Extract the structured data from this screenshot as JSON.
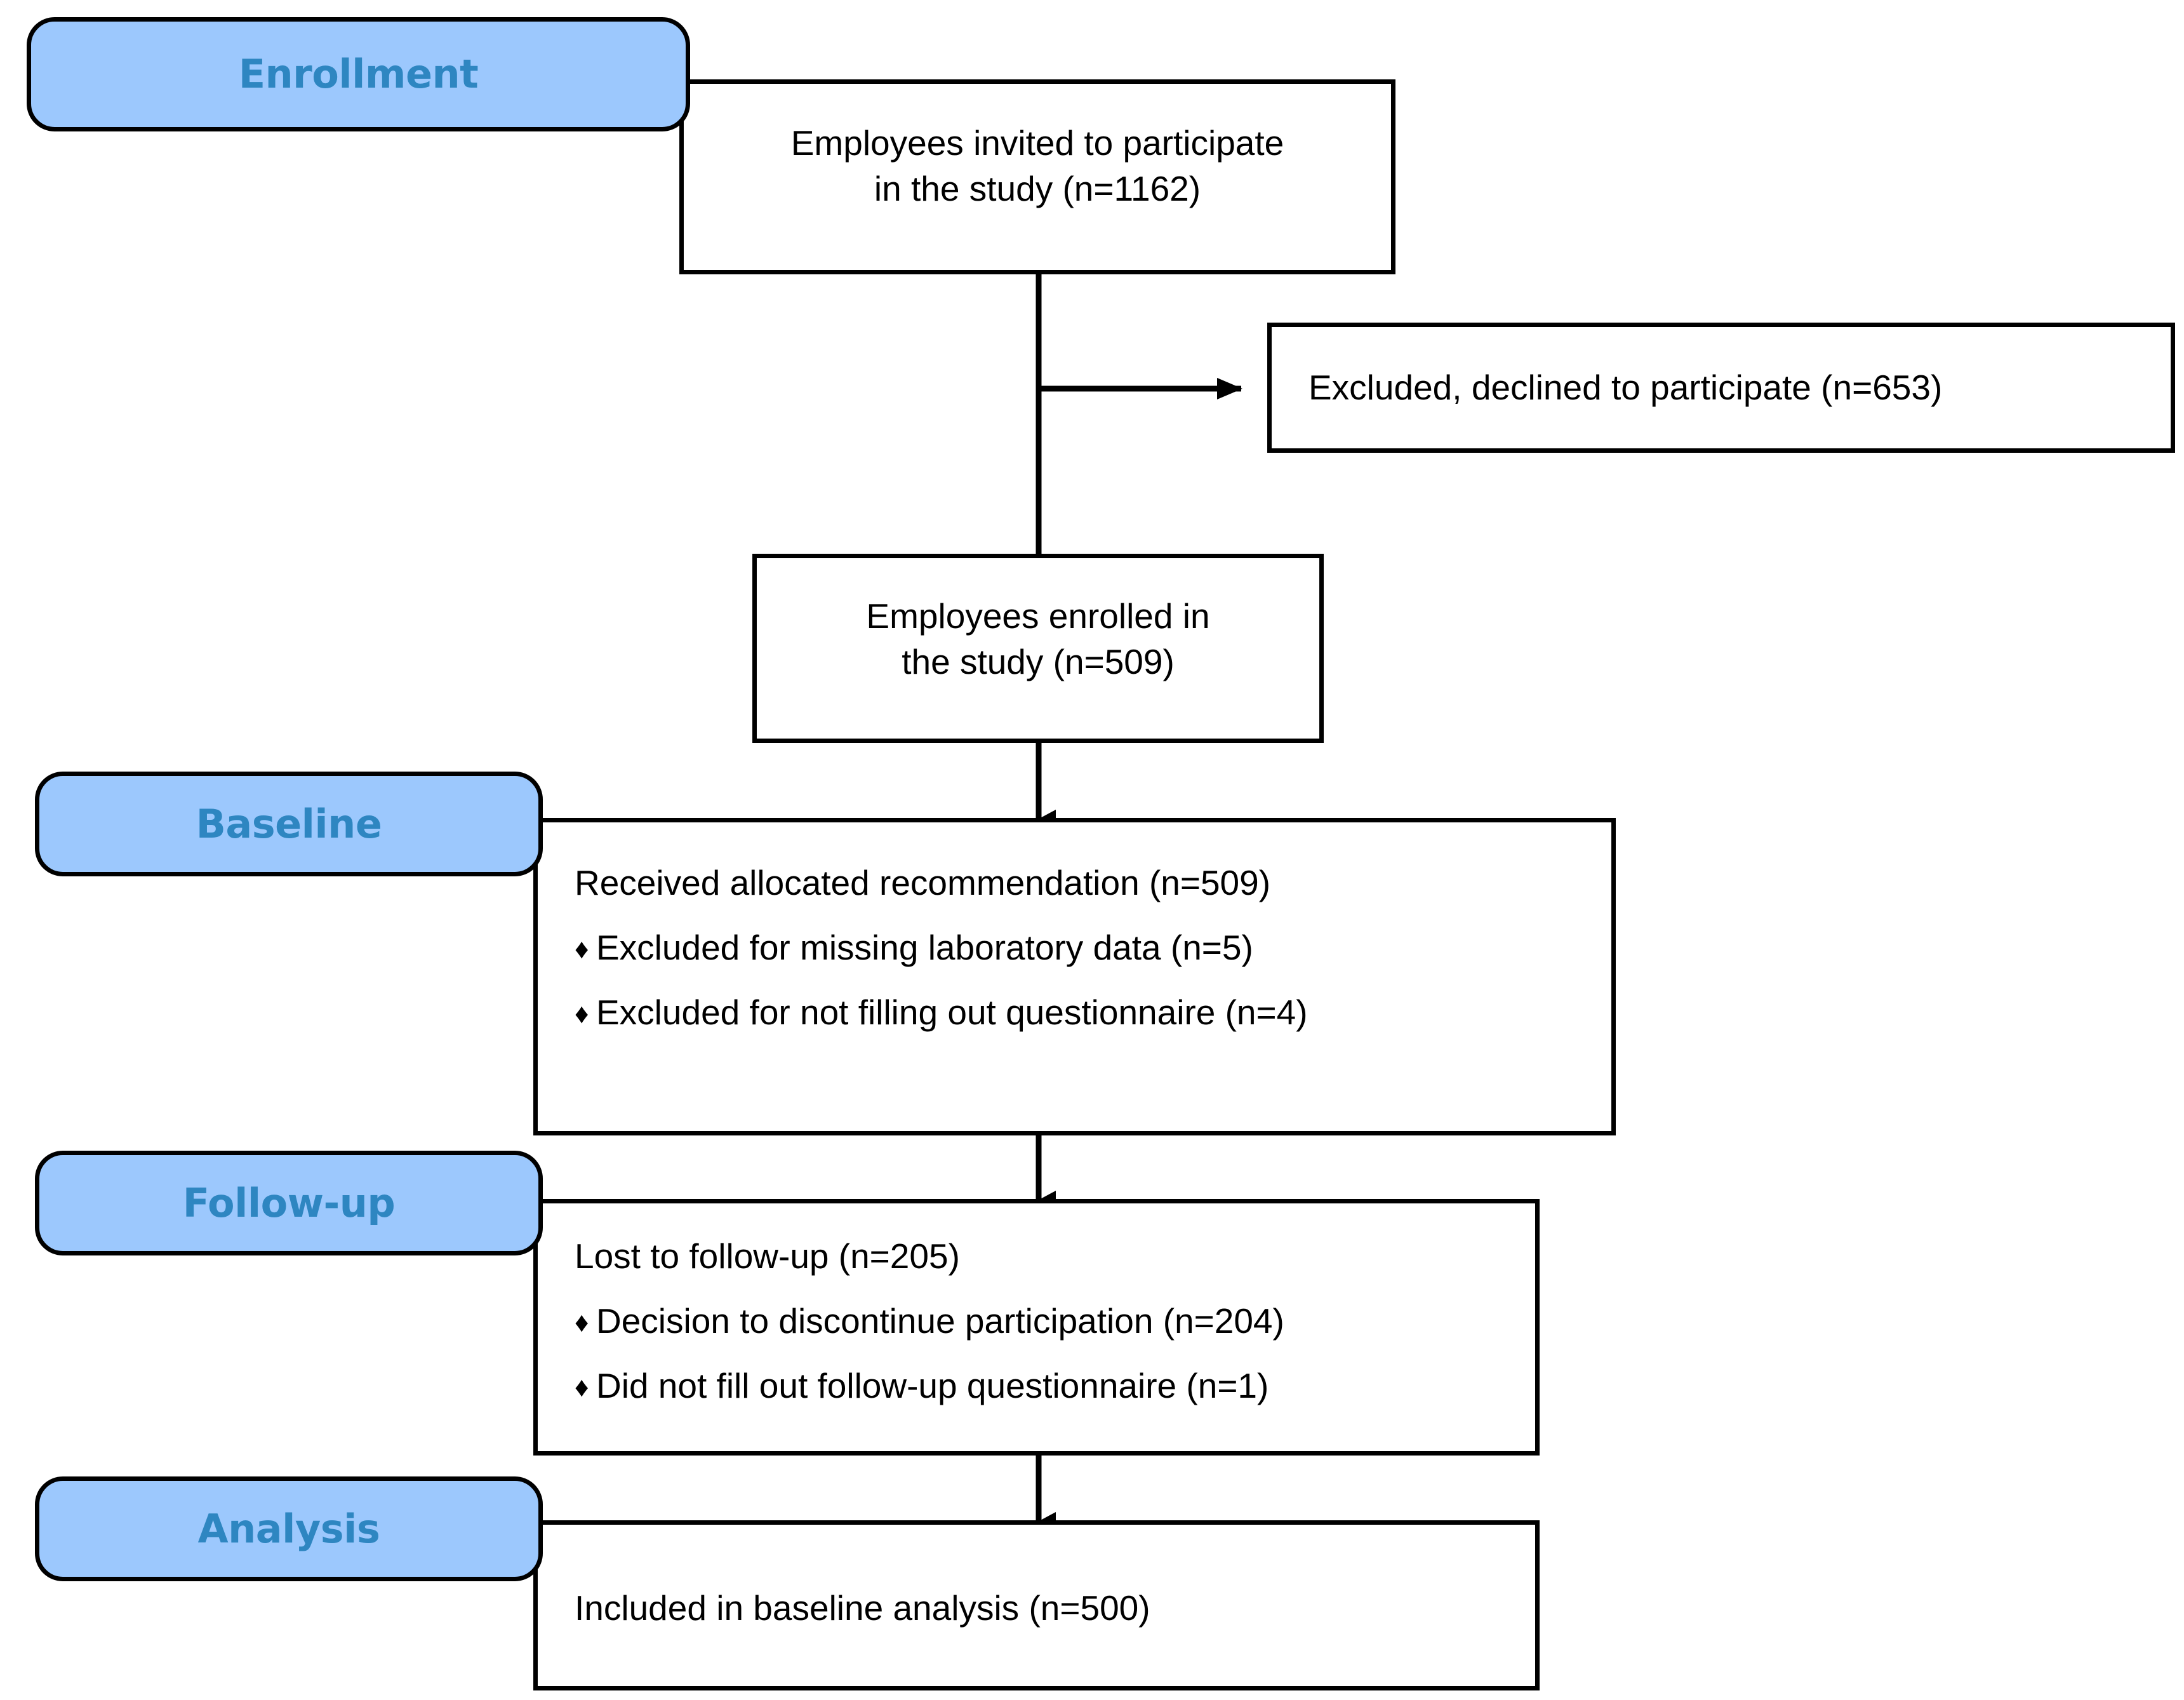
{
  "diagram": {
    "type": "consort-flow-diagram",
    "title": "Study participant flow diagram",
    "colors": {
      "stage_fill": "#9CC8FD",
      "stage_text": "#2E86C1",
      "box_fill": "#FFFFFF",
      "stroke": "#000000",
      "body_text": "#000000"
    },
    "bullet_glyph": "♦"
  },
  "stages": [
    {
      "id": "enrollment",
      "label": "Enrollment"
    },
    {
      "id": "baseline",
      "label": "Baseline"
    },
    {
      "id": "followup",
      "label": "Follow-up"
    },
    {
      "id": "analysis",
      "label": "Analysis"
    }
  ],
  "boxes": {
    "invited": {
      "lines": [
        "Employees invited to participate",
        "in the study (n=1162)"
      ],
      "n": 1162
    },
    "excluded_declined": {
      "lines": [
        "Excluded, declined to participate (n=653)"
      ],
      "n": 653
    },
    "enrolled": {
      "lines": [
        "Employees enrolled in",
        "the study (n=509)"
      ],
      "n": 509
    },
    "baseline_received": {
      "heading": "Received allocated recommendation (n=509)",
      "bullets": [
        "Excluded for missing laboratory data (n=5)",
        "Excluded for not filling out questionnaire (n=4)"
      ],
      "n": 509
    },
    "lost_followup": {
      "heading": "Lost to follow-up (n=205)",
      "bullets": [
        "Decision to discontinue participation (n=204)",
        "Did not fill out follow-up questionnaire (n=1)"
      ],
      "n": 205
    },
    "included_analysis": {
      "lines": [
        "Included in baseline analysis (n=500)"
      ],
      "n": 500
    }
  },
  "chart_data": {
    "type": "diagram",
    "title": "CONSORT-style participant flow",
    "nodes": [
      {
        "id": "invited",
        "stage": "Enrollment",
        "label": "Employees invited to participate in the study",
        "n": 1162
      },
      {
        "id": "excluded_declined",
        "stage": "Enrollment",
        "label": "Excluded, declined to participate",
        "n": 653
      },
      {
        "id": "enrolled",
        "stage": "Enrollment",
        "label": "Employees enrolled in the study",
        "n": 509
      },
      {
        "id": "baseline_received",
        "stage": "Baseline",
        "label": "Received allocated recommendation",
        "n": 509
      },
      {
        "id": "baseline_excl_lab",
        "stage": "Baseline",
        "label": "Excluded for missing laboratory data",
        "n": 5
      },
      {
        "id": "baseline_excl_quest",
        "stage": "Baseline",
        "label": "Excluded for not filling out questionnaire",
        "n": 4
      },
      {
        "id": "lost_followup",
        "stage": "Follow-up",
        "label": "Lost to follow-up",
        "n": 205
      },
      {
        "id": "fu_discontinue",
        "stage": "Follow-up",
        "label": "Decision to discontinue participation",
        "n": 204
      },
      {
        "id": "fu_no_quest",
        "stage": "Follow-up",
        "label": "Did not fill out follow-up questionnaire",
        "n": 1
      },
      {
        "id": "included_analysis",
        "stage": "Analysis",
        "label": "Included in baseline analysis",
        "n": 500
      }
    ],
    "edges": [
      {
        "from": "invited",
        "to": "excluded_declined",
        "direction": "right"
      },
      {
        "from": "invited",
        "to": "enrolled",
        "direction": "down"
      },
      {
        "from": "enrolled",
        "to": "baseline_received",
        "direction": "down"
      },
      {
        "from": "baseline_received",
        "to": "lost_followup",
        "direction": "down"
      },
      {
        "from": "lost_followup",
        "to": "included_analysis",
        "direction": "down"
      }
    ]
  }
}
